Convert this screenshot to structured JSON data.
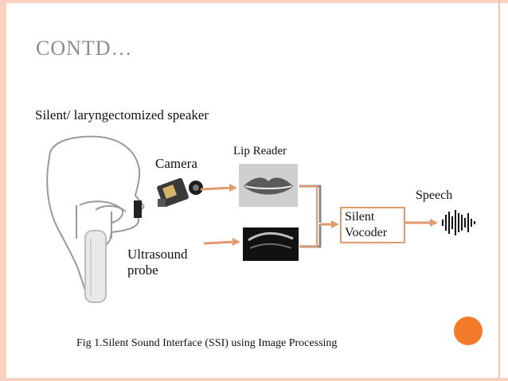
{
  "slide": {
    "title": "CONTD…",
    "subtitle": "Silent/ laryngectomized speaker",
    "caption": "Fig 1.Silent Sound Interface (SSI) using Image Processing"
  },
  "diagram": {
    "camera_label": "Camera",
    "lip_reader_label": "Lip Reader",
    "speech_label": "Speech",
    "ultrasound_label_line1": "Ultrasound",
    "ultrasound_label_line2": "probe",
    "vocoder_label_line1": "Silent",
    "vocoder_label_line2": "Vocoder"
  },
  "colors": {
    "border": "#fbd2c2",
    "accent_circle": "#f47b2a",
    "arrow": "#e09a6e",
    "connector_gray": "#888888"
  }
}
